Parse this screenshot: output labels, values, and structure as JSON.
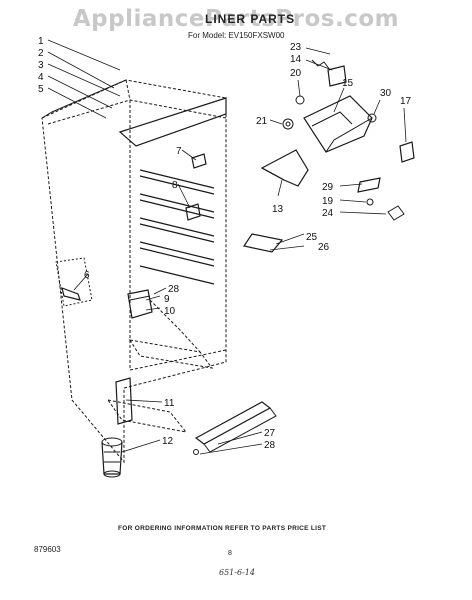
{
  "watermark": "AppliancePartsPros.com",
  "header": {
    "title": "LINER PARTS",
    "model_line": "For Model: EV150FXSW00"
  },
  "callouts": {
    "c1": "1",
    "c2": "2",
    "c3": "3",
    "c4": "4",
    "c5": "5",
    "c6": "6",
    "c7": "7",
    "c8": "8",
    "c9": "9",
    "c10": "10",
    "c11": "11",
    "c12": "12",
    "c13": "13",
    "c14": "14",
    "c15": "15",
    "c17": "17",
    "c19": "19",
    "c20": "20",
    "c21": "21",
    "c23": "23",
    "c24": "24",
    "c25": "25",
    "c26": "26",
    "c27": "27",
    "c28a": "28",
    "c28b": "28",
    "c29": "29",
    "c30": "30"
  },
  "footer": {
    "note": "FOR ORDERING INFORMATION REFER TO PARTS PRICE LIST",
    "code": "879603",
    "page": "8",
    "handwritten": "651-6-14"
  }
}
